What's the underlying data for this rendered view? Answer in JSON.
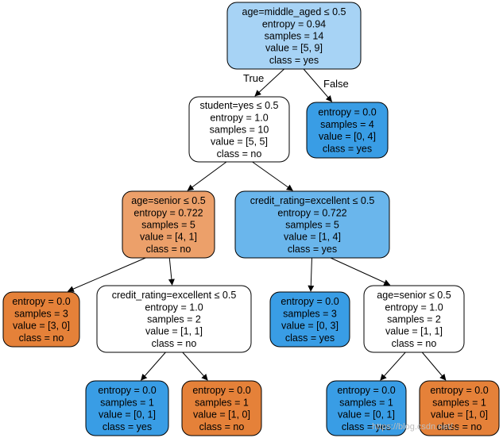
{
  "tree": {
    "edge_labels": {
      "true_label": "True",
      "false_label": "False"
    },
    "nodes": [
      {
        "id": "n0",
        "lines": [
          "age=middle_aged ≤ 0.5",
          "entropy = 0.94",
          "samples = 14",
          "value = [5, 9]",
          "class = yes"
        ],
        "fill": "#a7d3f5"
      },
      {
        "id": "n1",
        "lines": [
          "student=yes ≤ 0.5",
          "entropy = 1.0",
          "samples = 10",
          "value = [5, 5]",
          "class = no"
        ],
        "fill": "#ffffff"
      },
      {
        "id": "n2",
        "lines": [
          "entropy = 0.0",
          "samples = 4",
          "value = [0, 4]",
          "class = yes"
        ],
        "fill": "#399de5"
      },
      {
        "id": "n3",
        "lines": [
          "age=senior ≤ 0.5",
          "entropy = 0.722",
          "samples = 5",
          "value = [4, 1]",
          "class = no"
        ],
        "fill": "#eca06a"
      },
      {
        "id": "n4",
        "lines": [
          "credit_rating=excellent ≤ 0.5",
          "entropy = 0.722",
          "samples = 5",
          "value = [1, 4]",
          "class = yes"
        ],
        "fill": "#6ab6ec"
      },
      {
        "id": "n5",
        "lines": [
          "entropy = 0.0",
          "samples = 3",
          "value = [3, 0]",
          "class = no"
        ],
        "fill": "#e58139"
      },
      {
        "id": "n6",
        "lines": [
          "credit_rating=excellent ≤ 0.5",
          "entropy = 1.0",
          "samples = 2",
          "value = [1, 1]",
          "class = no"
        ],
        "fill": "#ffffff"
      },
      {
        "id": "n7",
        "lines": [
          "entropy = 0.0",
          "samples = 3",
          "value = [0, 3]",
          "class = yes"
        ],
        "fill": "#399de5"
      },
      {
        "id": "n8",
        "lines": [
          "age=senior ≤ 0.5",
          "entropy = 1.0",
          "samples = 2",
          "value = [1, 1]",
          "class = no"
        ],
        "fill": "#ffffff"
      },
      {
        "id": "n9",
        "lines": [
          "entropy = 0.0",
          "samples = 1",
          "value = [0, 1]",
          "class = yes"
        ],
        "fill": "#399de5"
      },
      {
        "id": "n10",
        "lines": [
          "entropy = 0.0",
          "samples = 1",
          "value = [1, 0]",
          "class = no"
        ],
        "fill": "#e58139"
      },
      {
        "id": "n11",
        "lines": [
          "entropy = 0.0",
          "samples = 1",
          "value = [0, 1]",
          "class = yes"
        ],
        "fill": "#399de5"
      },
      {
        "id": "n12",
        "lines": [
          "entropy = 0.0",
          "samples = 1",
          "value = [1, 0]",
          "class = no"
        ],
        "fill": "#e58139"
      }
    ],
    "edges": [
      {
        "from": "n0",
        "to": "n1"
      },
      {
        "from": "n0",
        "to": "n2"
      },
      {
        "from": "n1",
        "to": "n3"
      },
      {
        "from": "n1",
        "to": "n4"
      },
      {
        "from": "n3",
        "to": "n5"
      },
      {
        "from": "n3",
        "to": "n6"
      },
      {
        "from": "n4",
        "to": "n7"
      },
      {
        "from": "n4",
        "to": "n8"
      },
      {
        "from": "n6",
        "to": "n9"
      },
      {
        "from": "n6",
        "to": "n10"
      },
      {
        "from": "n8",
        "to": "n11"
      },
      {
        "from": "n8",
        "to": "n12"
      }
    ]
  },
  "watermark": "https://blog.csdn.net/..."
}
